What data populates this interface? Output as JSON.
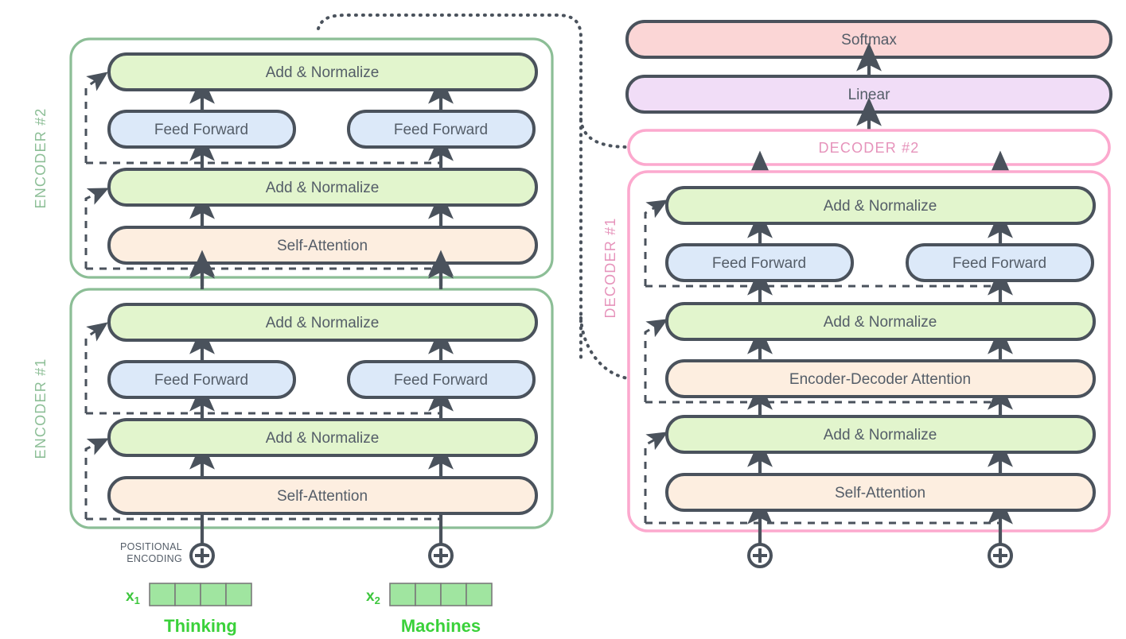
{
  "diagram": {
    "title": "Transformer encoder-decoder architecture",
    "colors": {
      "stroke_dark": "#4a525c",
      "fill_green": "#e2f5cd",
      "fill_blue": "#dce9f9",
      "fill_orange": "#fdeee0",
      "fill_softmax": "#fbd6d6",
      "fill_linear": "#f1ddf7",
      "encoder_border": "#8cbe96",
      "decoder_border": "#fca9ce",
      "encoder_label": "#8cbe96",
      "decoder_label": "#e693bb",
      "word_green": "#3ad13a",
      "embed_cell": "#a0e5a0",
      "background": "#ffffff"
    },
    "encoders": [
      {
        "name": "ENCODER #2",
        "layers": [
          {
            "type": "addnorm",
            "label": "Add & Normalize"
          },
          {
            "type": "sublayer-pair",
            "label": "Feed Forward"
          },
          {
            "type": "addnorm",
            "label": "Add & Normalize"
          },
          {
            "type": "attention",
            "label": "Self-Attention"
          }
        ]
      },
      {
        "name": "ENCODER #1",
        "layers": [
          {
            "type": "addnorm",
            "label": "Add & Normalize"
          },
          {
            "type": "sublayer-pair",
            "label": "Feed Forward"
          },
          {
            "type": "addnorm",
            "label": "Add & Normalize"
          },
          {
            "type": "attention",
            "label": "Self-Attention"
          }
        ]
      }
    ],
    "decoders": [
      {
        "name": "DECODER #2",
        "collapsed": true,
        "layers": []
      },
      {
        "name": "DECODER #1",
        "collapsed": false,
        "layers": [
          {
            "type": "addnorm",
            "label": "Add & Normalize"
          },
          {
            "type": "sublayer-pair",
            "label": "Feed Forward"
          },
          {
            "type": "addnorm",
            "label": "Add & Normalize"
          },
          {
            "type": "attention",
            "label": "Encoder-Decoder Attention"
          },
          {
            "type": "addnorm",
            "label": "Add & Normalize"
          },
          {
            "type": "attention",
            "label": "Self-Attention"
          }
        ]
      }
    ],
    "output_head": [
      {
        "label": "Softmax",
        "fill": "#fbd6d6"
      },
      {
        "label": "Linear",
        "fill": "#f1ddf7"
      }
    ],
    "inputs": {
      "positional_encoding_label_line1": "POSITIONAL",
      "positional_encoding_label_line2": "ENCODING",
      "plus_glyph": "+",
      "tokens": [
        {
          "vector_label": "x",
          "vector_index": "1",
          "word": "Thinking",
          "cells": 4
        },
        {
          "vector_label": "x",
          "vector_index": "2",
          "word": "Machines",
          "cells": 4
        }
      ]
    },
    "decoder_inputs": {
      "plus_glyph": "+",
      "positions": 2
    }
  }
}
